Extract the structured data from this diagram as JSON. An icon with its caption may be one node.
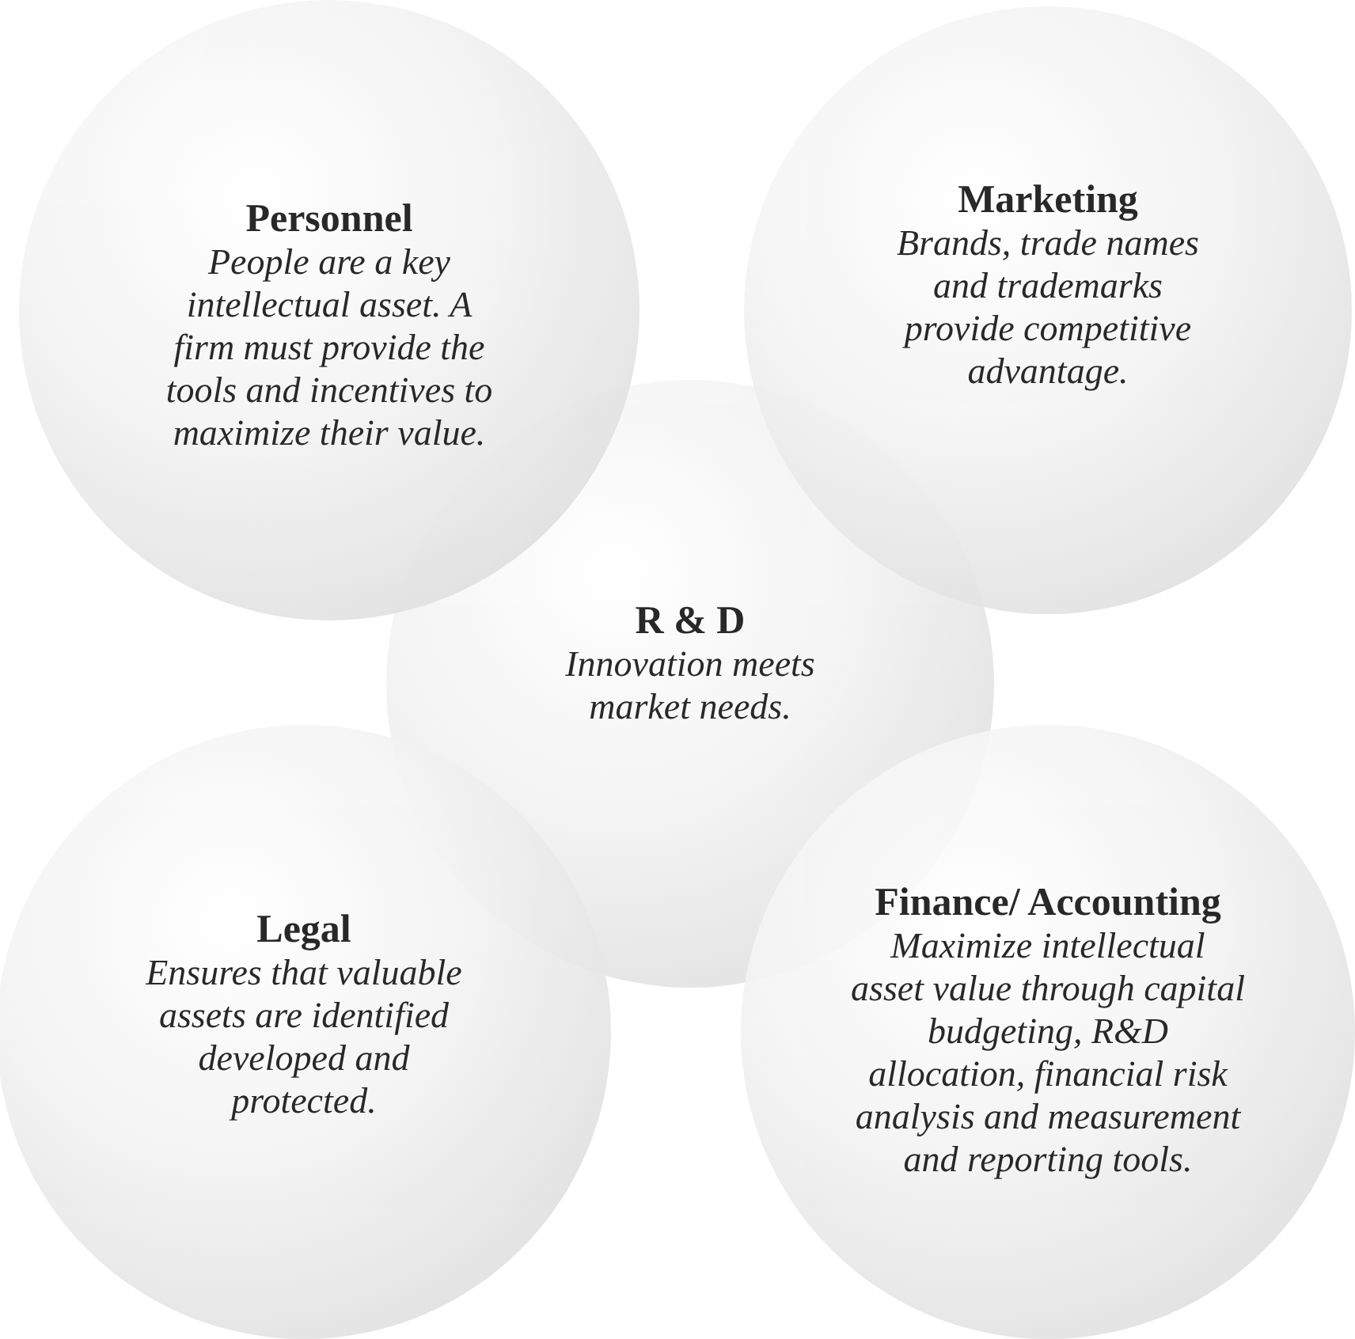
{
  "diagram": {
    "nodes": [
      {
        "text": [
          "Personnel",
          "People are a key intellectual asset. A firm must provide the tools and incentives to maximize their value."
        ]
      },
      {
        "text": [
          "Marketing",
          "Brands, trade names and trademarks provide competitive advantage."
        ]
      },
      {
        "text": [
          "R & D",
          "Innovation meets market needs."
        ]
      },
      {
        "text": [
          "Legal",
          "Ensures that valuable assets are identified developed and protected."
        ]
      },
      {
        "text": [
          "Finance/ Accounting",
          "Maximize intellectual asset value through capital budgeting, R&D allocation, financial risk analysis and measurement and reporting tools."
        ]
      }
    ]
  }
}
